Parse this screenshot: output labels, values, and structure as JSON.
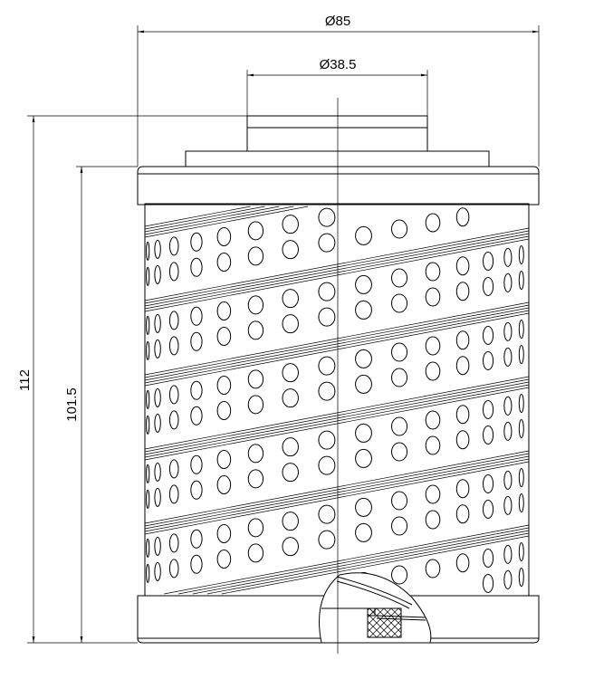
{
  "dimensions": {
    "outer_diameter": "Ø85",
    "boss_diameter": "Ø38.5",
    "total_height": "112",
    "body_height": "101.5"
  },
  "colors": {
    "line": "#000000",
    "background": "#ffffff"
  }
}
